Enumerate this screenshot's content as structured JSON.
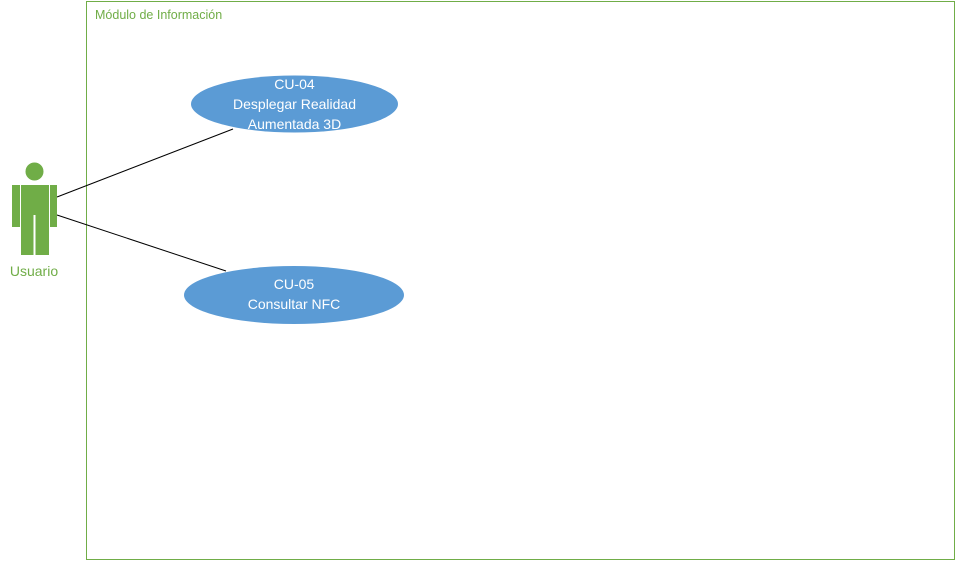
{
  "system": {
    "title": "Módulo de Información"
  },
  "actor": {
    "label": "Usuario"
  },
  "use_cases": [
    {
      "id": "CU-04",
      "lines": [
        "CU-04",
        "Desplegar Realidad",
        "Aumentada 3D"
      ]
    },
    {
      "id": "CU-05",
      "lines": [
        "CU-05",
        "Consultar NFC"
      ]
    }
  ],
  "colors": {
    "boundary": "#70ad47",
    "actor": "#70ad47",
    "use_case_fill": "#5b9bd5",
    "use_case_text": "#ffffff",
    "line": "#000000"
  }
}
